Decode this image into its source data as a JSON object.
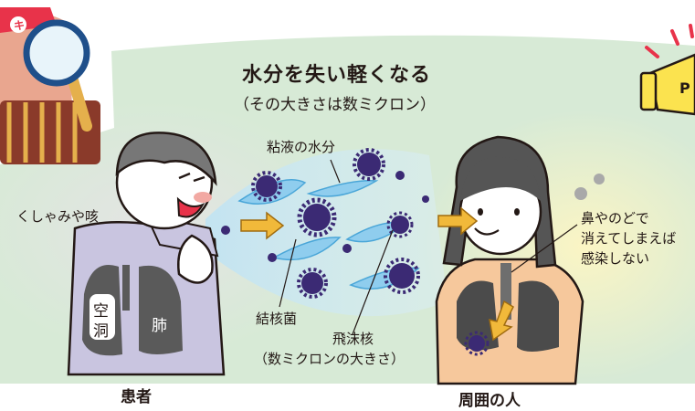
{
  "title": "水分を失い軽くなる",
  "subtitle": "（その大きさは数ミクロン）",
  "labels": {
    "sneeze": "くしゃみや咳",
    "mucus": "粘液の水分",
    "bacteria": "結核菌",
    "droplet_nuclei_line1": "飛沫核",
    "droplet_nuclei_line2": "（数ミクロンの大きさ）",
    "cavity_1": "空",
    "cavity_2": "洞",
    "lung": "肺",
    "nose_note": "鼻やのどで\n消えてしまえば\n感染しない"
  },
  "captions": {
    "patient": "患者",
    "people_around": "周囲の人"
  },
  "mascot_badge": "キ",
  "corner_badge": "P",
  "colors": {
    "background_band": "#d7ead6",
    "spray": "#c6e6f4",
    "droplet": "#7fc6ea",
    "bacteria": "#3b2a74",
    "arrow": "#f1b93a",
    "patient_shirt": "#c9c5e0",
    "person_shirt": "#f6c89c",
    "lung": "#4b4b4b",
    "glow": "#fbf2b0"
  },
  "icons": [
    "magnifier-icon",
    "megaphone-icon",
    "bacteria-icon",
    "arrow-icon"
  ]
}
